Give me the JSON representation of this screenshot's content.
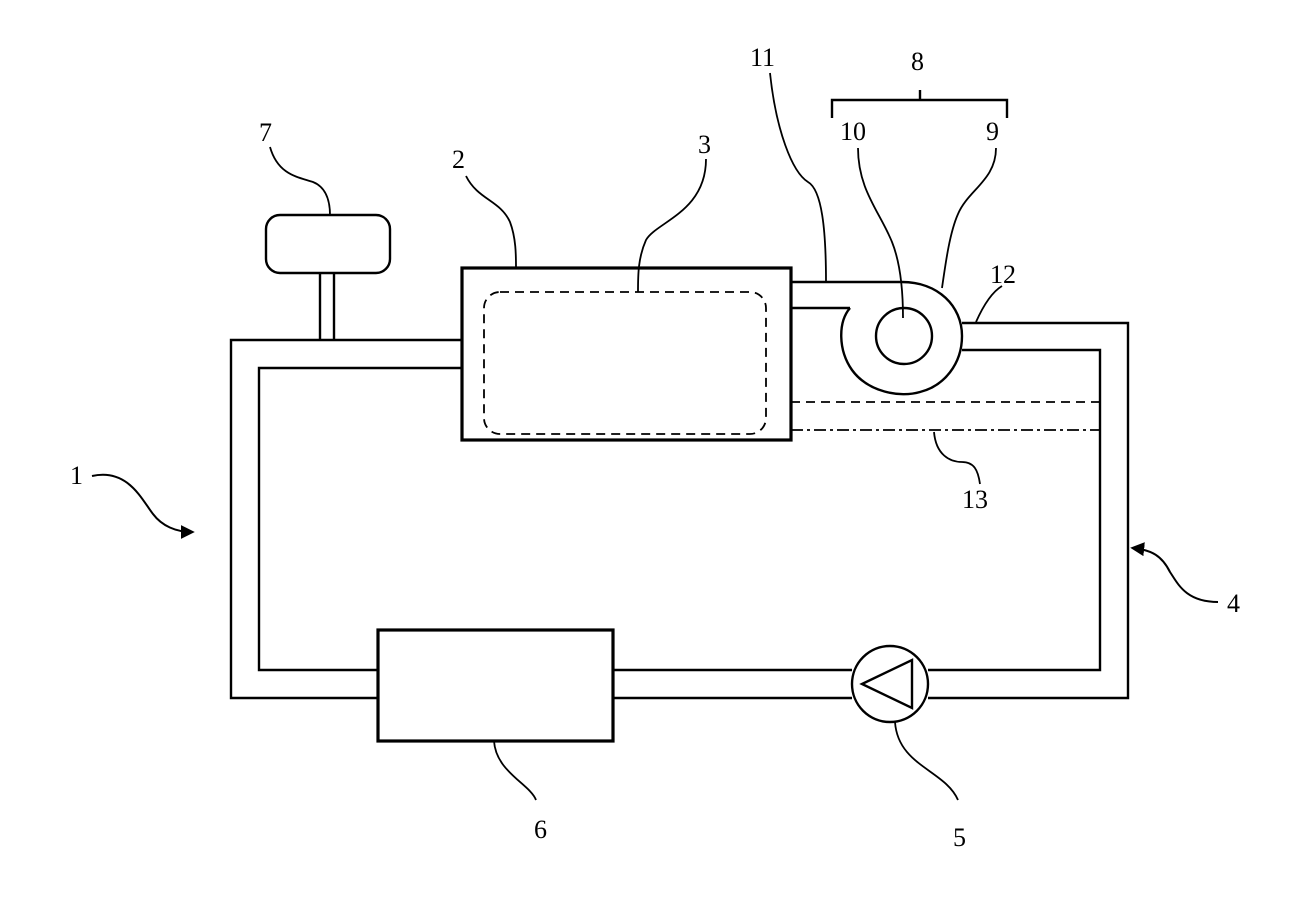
{
  "figure": {
    "labels": {
      "system": "1",
      "chamber": "2",
      "inner_volume": "3",
      "circuit": "4",
      "pump": "5",
      "unit_6": "6",
      "unit_7": "7",
      "assembly_8": "8",
      "housing_9": "9",
      "element_10": "10",
      "duct_11": "11",
      "port_12": "12",
      "line_13": "13"
    }
  }
}
